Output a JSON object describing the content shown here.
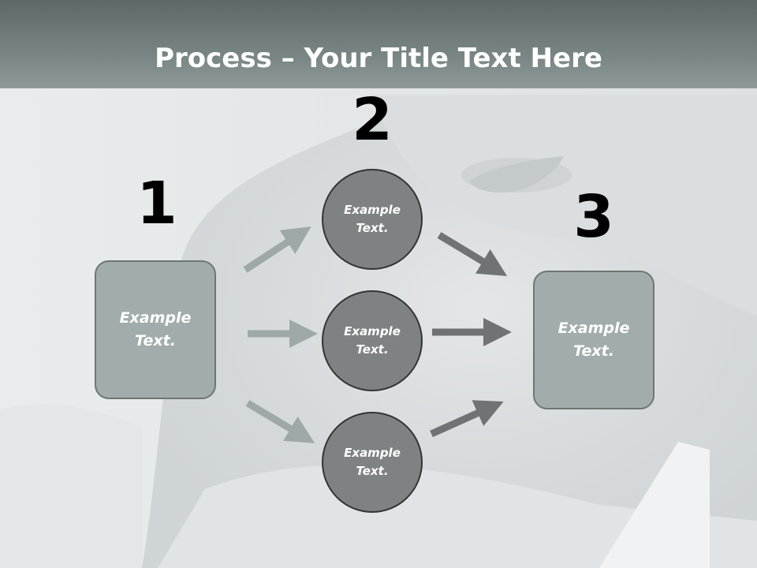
{
  "slide": {
    "title_bold": "Process",
    "title_rest": " – Your Title Text Here"
  },
  "steps": {
    "one": "1",
    "two": "2",
    "three": "3"
  },
  "boxes": {
    "left": "Example Text.",
    "right": "Example Text."
  },
  "circles": [
    {
      "label": "Example Text."
    },
    {
      "label": "Example Text."
    },
    {
      "label": "Example Text."
    }
  ],
  "colors": {
    "title_bar": "#6f7a7b",
    "box_fill": "#a2acad",
    "circle_fill": "#7f8282",
    "arrow_light": "#9ea8a9",
    "arrow_dark": "#6f7373"
  }
}
